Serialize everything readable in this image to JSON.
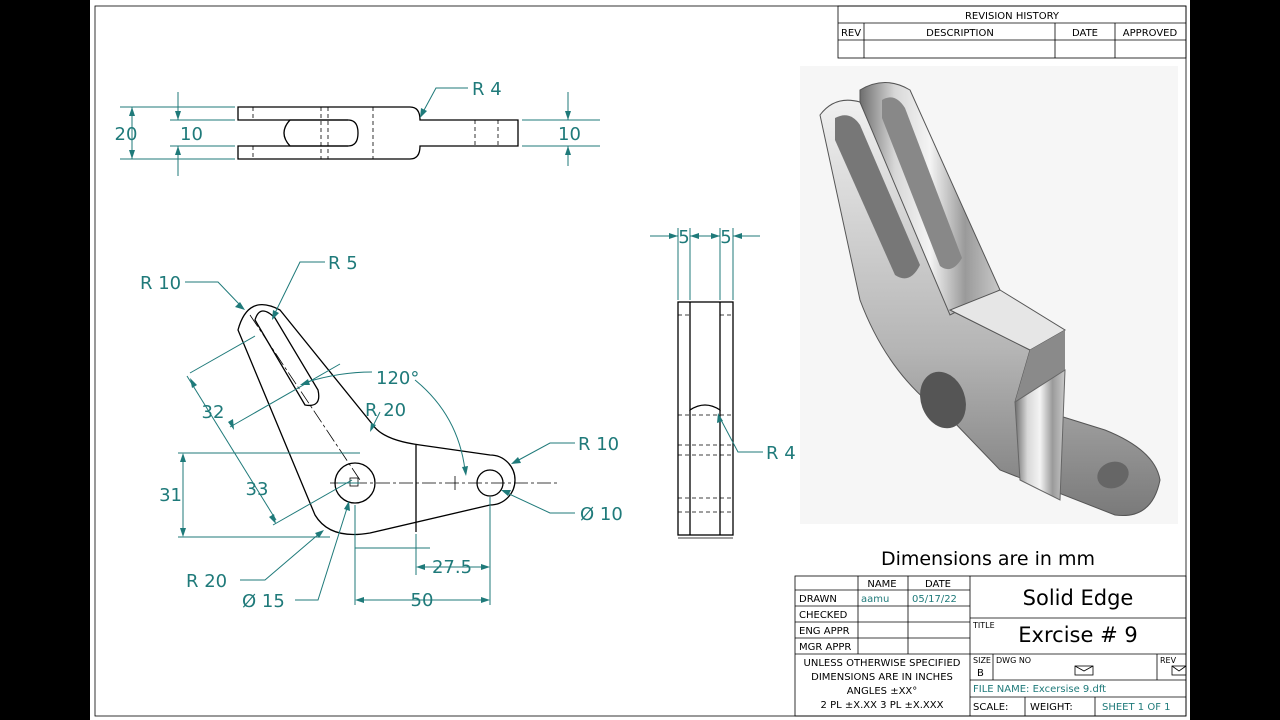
{
  "revision": {
    "title": "REVISION HISTORY",
    "columns": [
      "REV",
      "DESCRIPTION",
      "DATE",
      "APPROVED"
    ]
  },
  "dimensions": {
    "top_r4": "R 4",
    "top_20": "20",
    "top_10_left": "10",
    "top_10_right": "10",
    "r10_top": "R 10",
    "r5": "R 5",
    "angle": "120°",
    "r20_upper": "R 20",
    "d32": "32",
    "d33": "33",
    "d31": "31",
    "r10_right": "R 10",
    "dia10": "Ø 10",
    "d27": "27.5",
    "d50": "50",
    "r20_lower": "R 20",
    "dia15": "Ø 15",
    "side_5a": "5",
    "side_5b": "5",
    "side_r4": "R 4"
  },
  "note": "Dimensions are in mm",
  "title_block": {
    "name_header": "NAME",
    "date_header": "DATE",
    "drawn_label": "DRAWN",
    "drawn_name": "aamu",
    "drawn_date": "05/17/22",
    "checked_label": "CHECKED",
    "eng_label": "ENG APPR",
    "mgr_label": "MGR APPR",
    "company": "Solid Edge",
    "title_label": "TITLE",
    "title_value": "Exrcise # 9",
    "tolerance_lines": [
      "UNLESS OTHERWISE SPECIFIED",
      "DIMENSIONS ARE IN INCHES",
      "ANGLES ±XX°",
      "2 PL ±X.XX 3 PL ±X.XXX"
    ],
    "size_label": "SIZE",
    "size_value": "B",
    "dwg_label": "DWG NO",
    "rev_label": "REV",
    "file_name": "FILE NAME: Excersise 9.dft",
    "scale_label": "SCALE:",
    "weight_label": "WEIGHT:",
    "sheet": "SHEET 1 OF 1"
  }
}
